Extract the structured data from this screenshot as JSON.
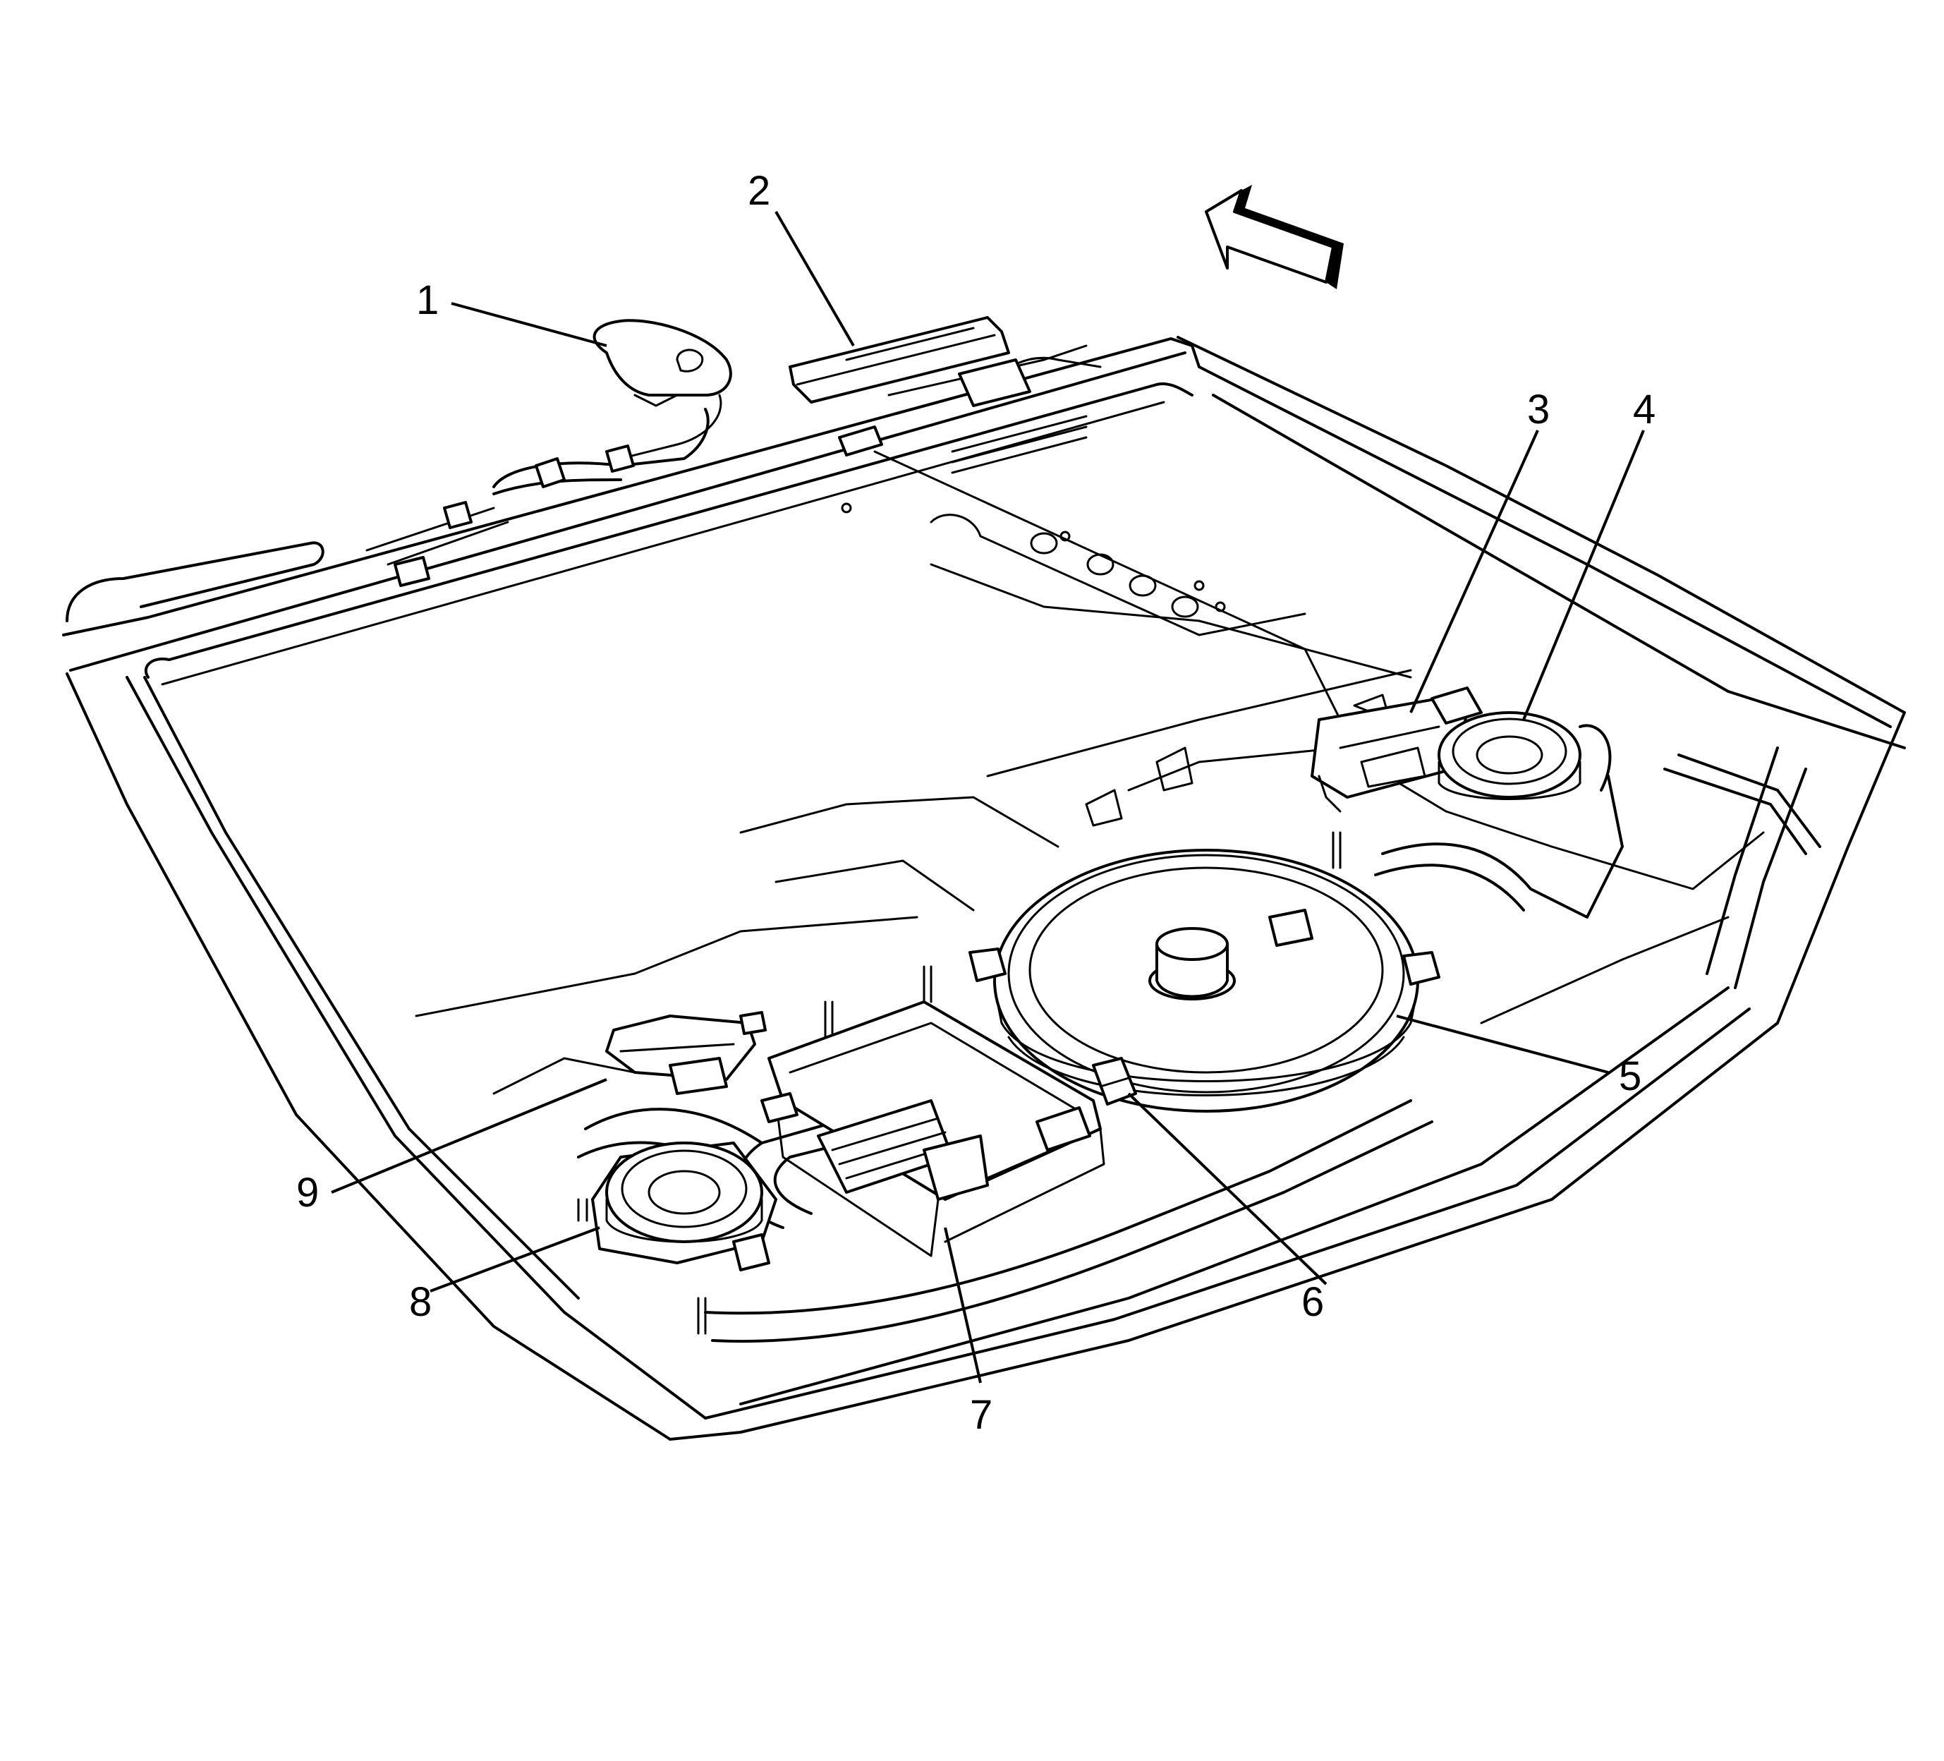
{
  "diagram": {
    "callouts": [
      {
        "id": "c1",
        "label": "1"
      },
      {
        "id": "c2",
        "label": "2"
      },
      {
        "id": "c3",
        "label": "3"
      },
      {
        "id": "c4",
        "label": "4"
      },
      {
        "id": "c5",
        "label": "5"
      },
      {
        "id": "c6",
        "label": "6"
      },
      {
        "id": "c7",
        "label": "7"
      },
      {
        "id": "c8",
        "label": "8"
      },
      {
        "id": "c9",
        "label": "9"
      }
    ],
    "colors": {
      "ink": "#000000",
      "paper": "#ffffff"
    },
    "icons": {
      "direction": "forward-arrow-icon"
    }
  }
}
